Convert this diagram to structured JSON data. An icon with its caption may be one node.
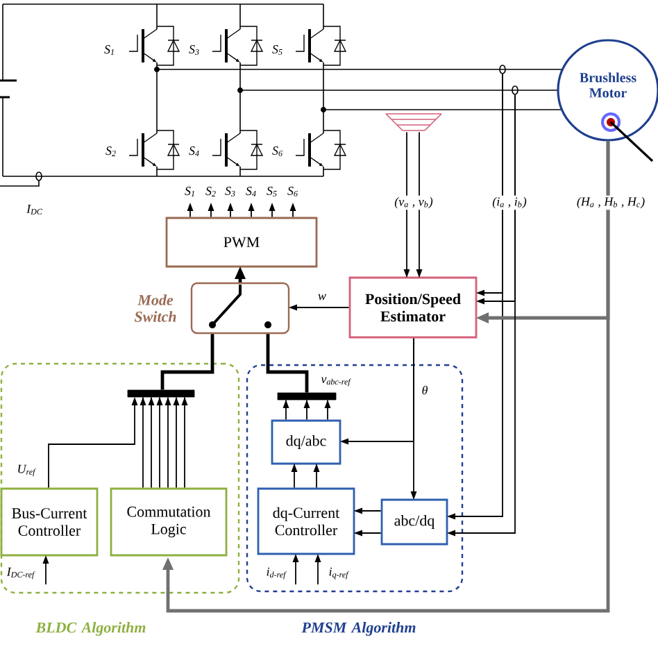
{
  "diagram": {
    "nodes": [
      {
        "text": [
          "PWM"
        ]
      },
      {
        "text": [
          "Mode Switch"
        ]
      },
      {
        "text": [
          "Position/Speed Estimator"
        ]
      },
      {
        "text": [
          "Brushless Motor"
        ]
      },
      {
        "text": [
          "BLDC Algorithm"
        ]
      },
      {
        "text": [],
        "shape": "bar",
        "in": 4
      },
      {
        "text": [
          "Bus-Current Controller"
        ],
        "in": 4
      },
      {
        "text": [
          "Commutation Logic"
        ],
        "in": 4
      },
      {
        "text": [
          "PMSM Algorithm"
        ]
      },
      {
        "text": [],
        "shape": "bar",
        "in": 8
      },
      {
        "text": [
          "dq/abc"
        ],
        "in": 8
      },
      {
        "text": [
          "dq-Current Controller"
        ],
        "in": 8
      },
      {
        "text": [
          "abc/dq"
        ],
        "in": 8
      },
      {
        "text": [],
        "shape": "trapezoid"
      },
      {
        "text": [],
        "shape": "circle"
      },
      {
        "text": [],
        "shape": "circle"
      }
    ],
    "edges": [
      {
        "from": 0,
        "to": null,
        "arrow": "to",
        "label": "S$_{1}$"
      },
      {
        "from": 0,
        "to": null,
        "arrow": "to",
        "label": "S$_{2}$"
      },
      {
        "from": 0,
        "to": null,
        "arrow": "to",
        "label": "S$_{3}$"
      },
      {
        "from": 0,
        "to": null,
        "arrow": "to",
        "label": "S$_{4}$"
      },
      {
        "from": 0,
        "to": null,
        "arrow": "to",
        "label": "S$_{5}$"
      },
      {
        "from": 0,
        "to": null,
        "arrow": "to",
        "label": "S$_{6}$"
      },
      {
        "from": 2,
        "to": 1,
        "arrow": "to",
        "label": "w"
      },
      {
        "from": 1,
        "to": 0,
        "arrow": "to",
        "style": "thick"
      },
      {
        "from": 5,
        "to": 1,
        "arrow": "none",
        "style": "thick"
      },
      {
        "from": 9,
        "to": 1,
        "arrow": "none",
        "style": "thick",
        "label": "v$_{abc-ref}$"
      },
      {
        "from": 6,
        "to": 5,
        "arrow": "to",
        "label": "U$_{ref}$"
      },
      {
        "from": 7,
        "to": 5,
        "arrow": "to"
      },
      {
        "from": 10,
        "to": 9,
        "arrow": "to"
      },
      {
        "from": 2,
        "to": 12,
        "arrow": "to",
        "label": "θ"
      },
      {
        "from": 2,
        "to": 10,
        "arrow": "to"
      },
      {
        "from": 11,
        "to": 10,
        "arrow": "to"
      },
      {
        "from": 12,
        "to": 11,
        "arrow": "to"
      },
      {
        "from": null,
        "to": 6,
        "arrow": "to",
        "label": "I$_{DC-ref}$"
      },
      {
        "from": null,
        "to": 11,
        "arrow": "to",
        "label": "i$_{d-ref}$"
      },
      {
        "from": null,
        "to": 11,
        "arrow": "to",
        "label": "i$_{q-ref}$"
      },
      {
        "from": 13,
        "to": 2,
        "arrow": "to",
        "label": "(v$_{a}$ , v$_{b}$)"
      },
      {
        "from": 14,
        "to": 2,
        "arrow": "to",
        "label": "(i$_{a}$ , i$_{b}$)"
      },
      {
        "from": 14,
        "to": 12,
        "arrow": "to"
      },
      {
        "from": 3,
        "to": 2,
        "arrow": "to",
        "style": "thick",
        "color": "#707070",
        "label": "(H$_{a}$ , H$_{b}$ , H$_{c}$)"
      },
      {
        "from": 3,
        "to": 7,
        "arrow": "to",
        "style": "thick",
        "color": "#707070"
      },
      {
        "from": 15,
        "to": 2,
        "arrow": "to"
      },
      {
        "from": 15,
        "to": 12,
        "arrow": "to"
      }
    ],
    "labels": [
      "S$_{1}$",
      "S$_{3}$",
      "S$_{5}$",
      "S$_{2}$",
      "S$_{4}$",
      "S$_{6}$",
      "I$_{DC}$"
    ]
  }
}
